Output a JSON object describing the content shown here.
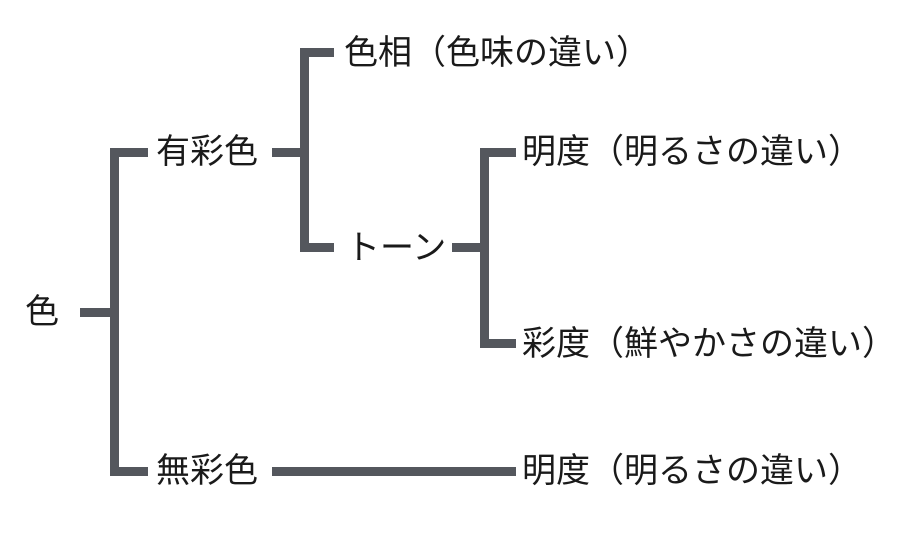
{
  "nodes": {
    "root": "色",
    "chromatic": "有彩色",
    "achromatic": "無彩色",
    "hue": "色相（色味の違い）",
    "tone": "トーン",
    "lightness_chromatic": "明度（明るさの違い）",
    "saturation": "彩度（鮮やかさの違い）",
    "lightness_achromatic": "明度（明るさの違い）"
  },
  "colors": {
    "connector": "#54575d",
    "text": "#1a1a1a",
    "background": "#ffffff"
  }
}
